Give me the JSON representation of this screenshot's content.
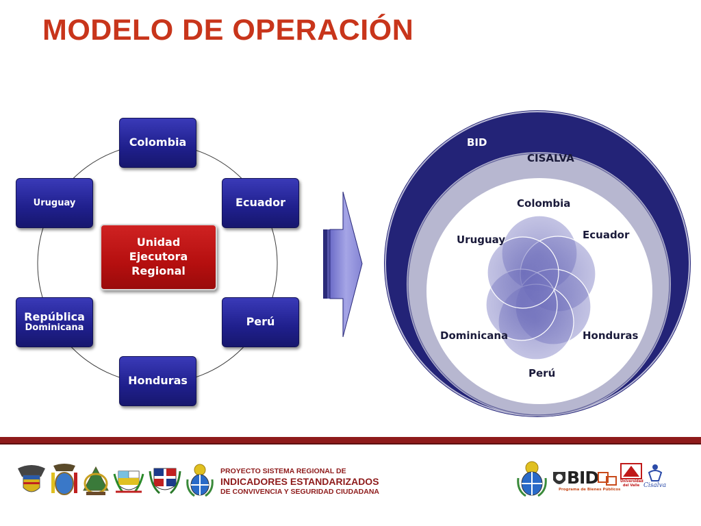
{
  "title": "MODELO DE OPERACIÓN",
  "left_diagram": {
    "center": [
      "Unidad",
      "Ejecutora",
      "Regional"
    ],
    "nodes": {
      "colombia": "Colombia",
      "ecuador": "Ecuador",
      "peru": "Perú",
      "honduras": "Honduras",
      "republica_line1": "República",
      "republica_line2": "Dominicana",
      "uruguay": "Uruguay"
    }
  },
  "right_diagram": {
    "outer_ring": "BID",
    "middle_ring": "CISALVA",
    "countries": {
      "colombia": "Colombia",
      "ecuador": "Ecuador",
      "uruguay": "Uruguay",
      "dominicana": "Dominicana",
      "honduras": "Honduras",
      "peru": "Perú"
    }
  },
  "footer": {
    "line1": "PROYECTO SISTEMA REGIONAL DE",
    "line2": "INDICADORES ESTANDARIZADOS",
    "line3": "DE CONVIVENCIA Y SEGURIDAD  CIUDADANA",
    "bid_logo": "BID",
    "bid_tagline": "Programa de Bienes Públicos",
    "univalle_text": "Universidad del Valle",
    "cisalva_logo": "Cisalva"
  },
  "colors": {
    "title": "#c8351b",
    "node_blue": "#1f1f8c",
    "center_red": "#b50f0f",
    "outer_ring": "#232377",
    "middle_ring": "#b7b7d0",
    "footer_bar": "#8e1b1b"
  }
}
